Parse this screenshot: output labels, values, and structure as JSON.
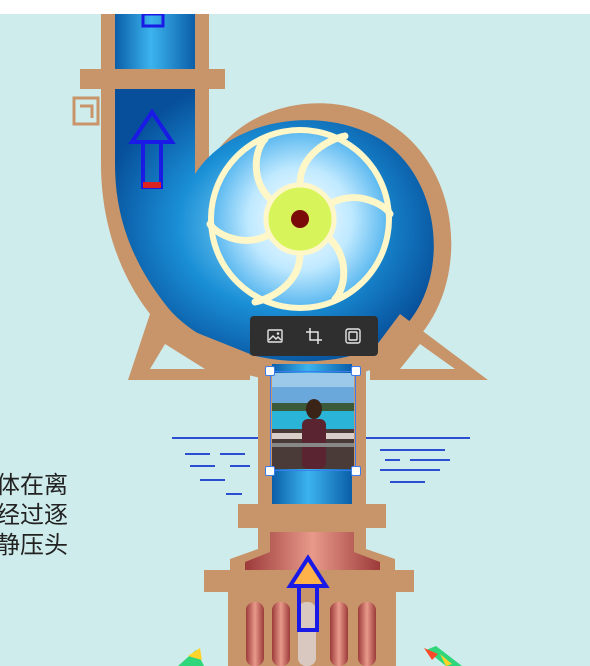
{
  "caption": {
    "lines": [
      "液体在离",
      "体经过逐",
      "的静压头"
    ]
  },
  "image_toolbar": {
    "buttons": [
      {
        "icon": "image-icon"
      },
      {
        "icon": "crop-icon"
      },
      {
        "icon": "frame-icon"
      }
    ]
  },
  "colors": {
    "background": "#cfecec",
    "pipe_outline": "#c8956a",
    "pump_blue": "#0a6fb8",
    "impeller_hub": "#d7f45a",
    "arrow_blue": "#1a1ae6",
    "selection": "#3b7cf0",
    "toolbar": "#2f2f2f"
  }
}
